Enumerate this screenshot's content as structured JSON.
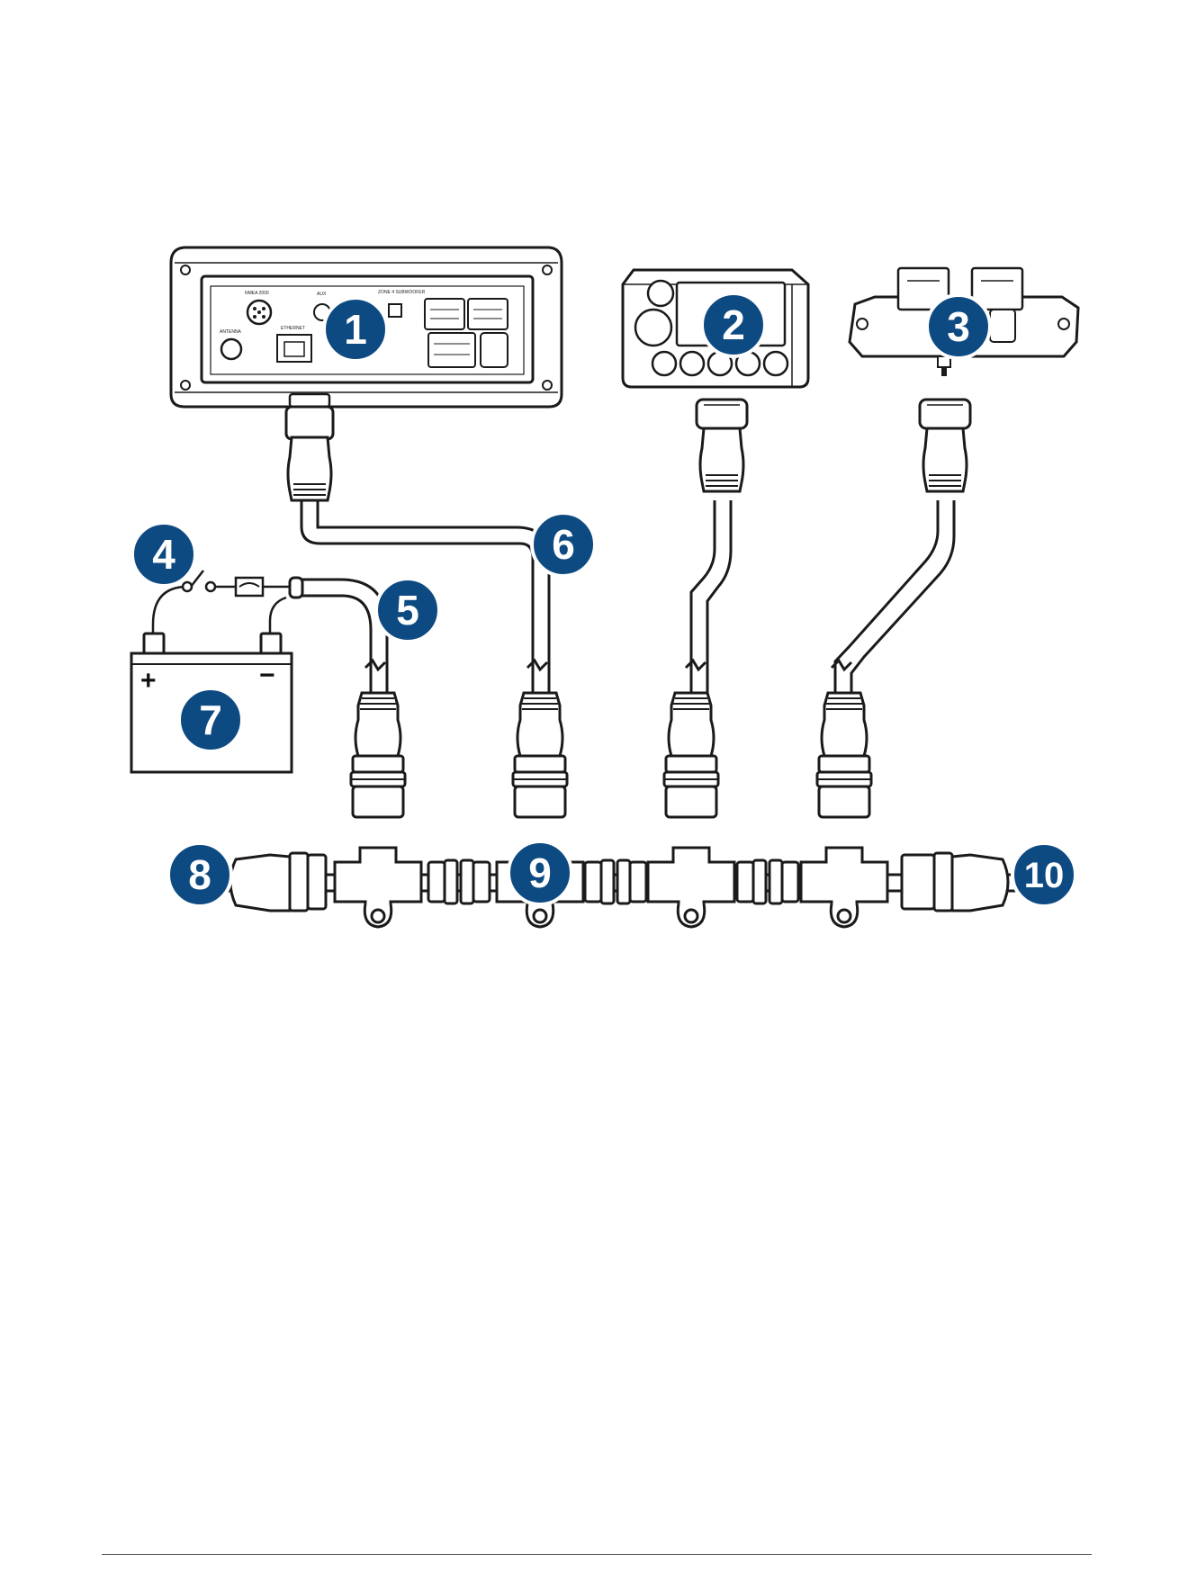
{
  "diagram": {
    "callouts": [
      {
        "id": "1",
        "label": "1"
      },
      {
        "id": "2",
        "label": "2"
      },
      {
        "id": "3",
        "label": "3"
      },
      {
        "id": "4",
        "label": "4"
      },
      {
        "id": "5",
        "label": "5"
      },
      {
        "id": "6",
        "label": "6"
      },
      {
        "id": "7",
        "label": "7"
      },
      {
        "id": "8",
        "label": "8"
      },
      {
        "id": "9",
        "label": "9"
      },
      {
        "id": "10",
        "label": "10"
      }
    ],
    "battery": {
      "positive_symbol": "+",
      "negative_symbol": "−"
    },
    "head_unit_ports": {
      "nmea": "NMEA 2000",
      "aux": "AUX",
      "antenna": "ANTENNA",
      "ethernet": "ETHERNET",
      "zone": "ZONE 4 SUBWOOFER"
    },
    "callout_color": "#0e4a82",
    "line_color": "#1a1a1a"
  }
}
